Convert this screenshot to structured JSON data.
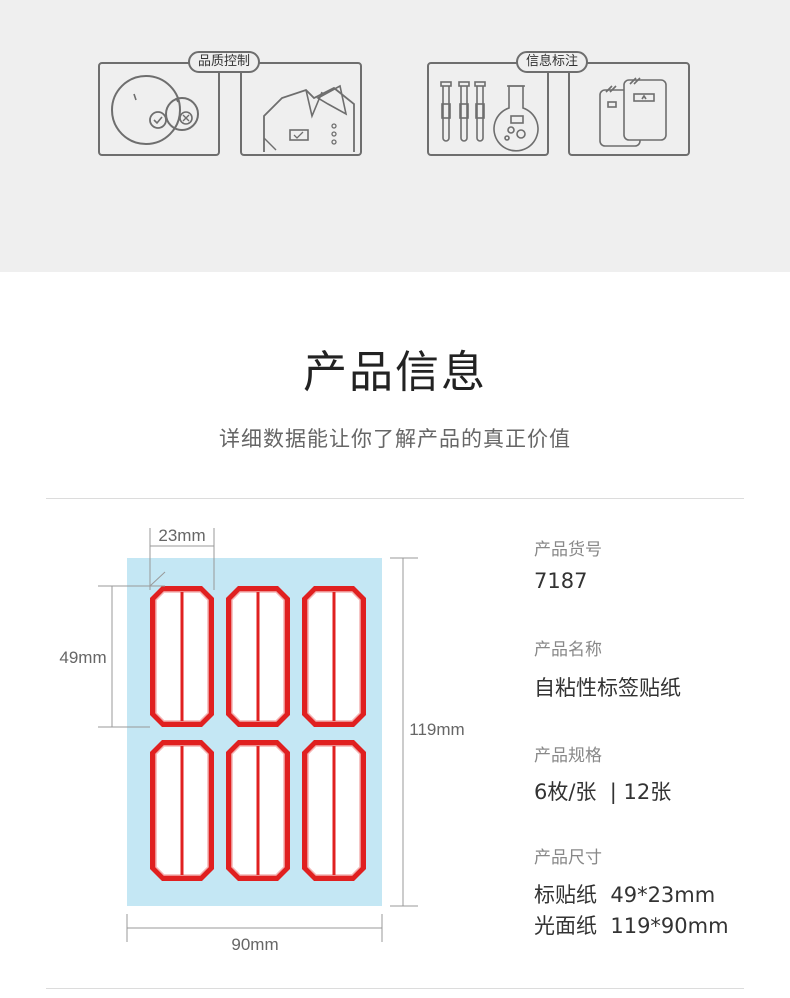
{
  "usage": {
    "quality_label": "品质控制",
    "info_label": "信息标注"
  },
  "section": {
    "title": "产品信息",
    "subtitle": "详细数据能让你了解产品的真正价值"
  },
  "diagram": {
    "label_width": "23mm",
    "label_height": "49mm",
    "sheet_height": "119mm",
    "sheet_width": "90mm",
    "sheet_color": "#c4e7f4",
    "border_color": "#e02020"
  },
  "specs": [
    {
      "label": "产品货号",
      "value": "7187"
    },
    {
      "label": "产品名称",
      "value": "自粘性标签贴纸"
    },
    {
      "label": "产品规格",
      "value": "6枚/张  | 12张"
    },
    {
      "label": "产品尺寸",
      "value": "标贴纸  49*23mm",
      "value2": "光面纸  119*90mm"
    }
  ]
}
